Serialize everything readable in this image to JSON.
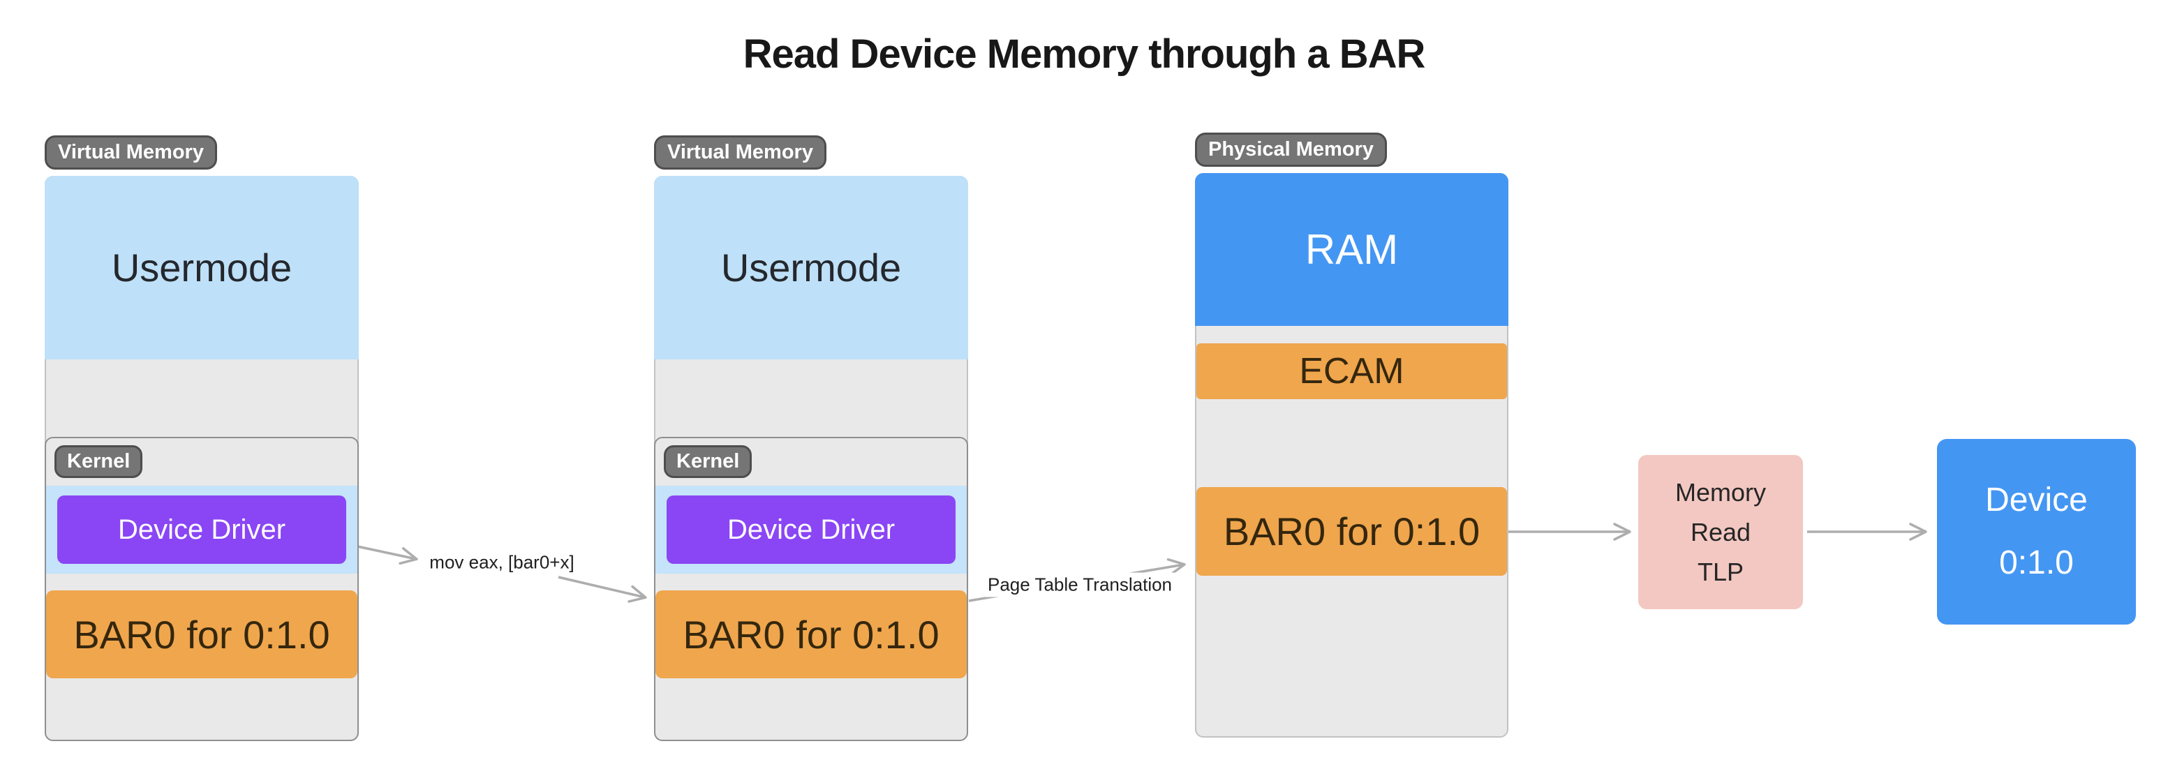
{
  "title": "Read Device Memory through a BAR",
  "badges": {
    "virtual_memory_1": "Virtual Memory",
    "virtual_memory_2": "Virtual Memory",
    "physical_memory": "Physical Memory",
    "kernel_1": "Kernel",
    "kernel_2": "Kernel"
  },
  "columns": {
    "vm1": {
      "usermode": "Usermode",
      "device_driver": "Device Driver",
      "bar0": "BAR0 for 0:1.0"
    },
    "vm2": {
      "usermode": "Usermode",
      "device_driver": "Device Driver",
      "bar0": "BAR0 for 0:1.0"
    },
    "physical": {
      "ram": "RAM",
      "ecam": "ECAM",
      "bar0": "BAR0 for 0:1.0"
    }
  },
  "arrow_labels": {
    "mov_instruction": "mov eax, [bar0+x]",
    "page_table_translation": "Page Table Translation"
  },
  "tlp_box": {
    "line1": "Memory",
    "line2": "Read",
    "line3": "TLP"
  },
  "device_box": {
    "line1": "Device",
    "line2": "0:1.0"
  },
  "colors": {
    "usermode_blue": "#bee0f8",
    "driver_purple": "#8a46f5",
    "bar_orange": "#f0a64d",
    "ram_blue": "#4496f3",
    "tlp_pink": "#f3c8c2",
    "badge_gray": "#757575",
    "block_gray": "#e9e9e9",
    "arrow_gray": "#adadad"
  }
}
